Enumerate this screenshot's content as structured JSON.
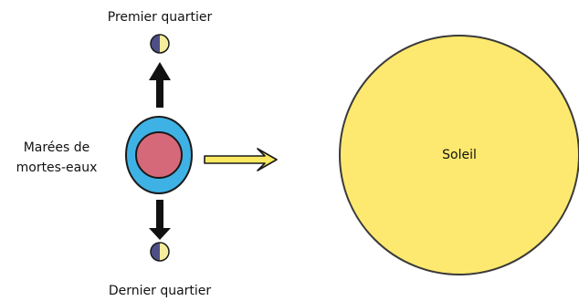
{
  "labels": {
    "first_quarter": "Premier quartier",
    "last_quarter": "Dernier quartier",
    "neap_tides_line1": "Marées de",
    "neap_tides_line2": "mortes-eaux",
    "sun": "Soleil"
  },
  "colors": {
    "sun_fill": "#fde96f",
    "sun_stroke": "#3a3a3a",
    "earth_ocean": "#3fb2e5",
    "earth_land": "#d5697a",
    "moon_dark": "#4d4f86",
    "moon_light": "#f4ee9c",
    "arrow_black": "#111111",
    "sunlight_arrow": "#fbe962",
    "outline": "#1a1a1a"
  }
}
